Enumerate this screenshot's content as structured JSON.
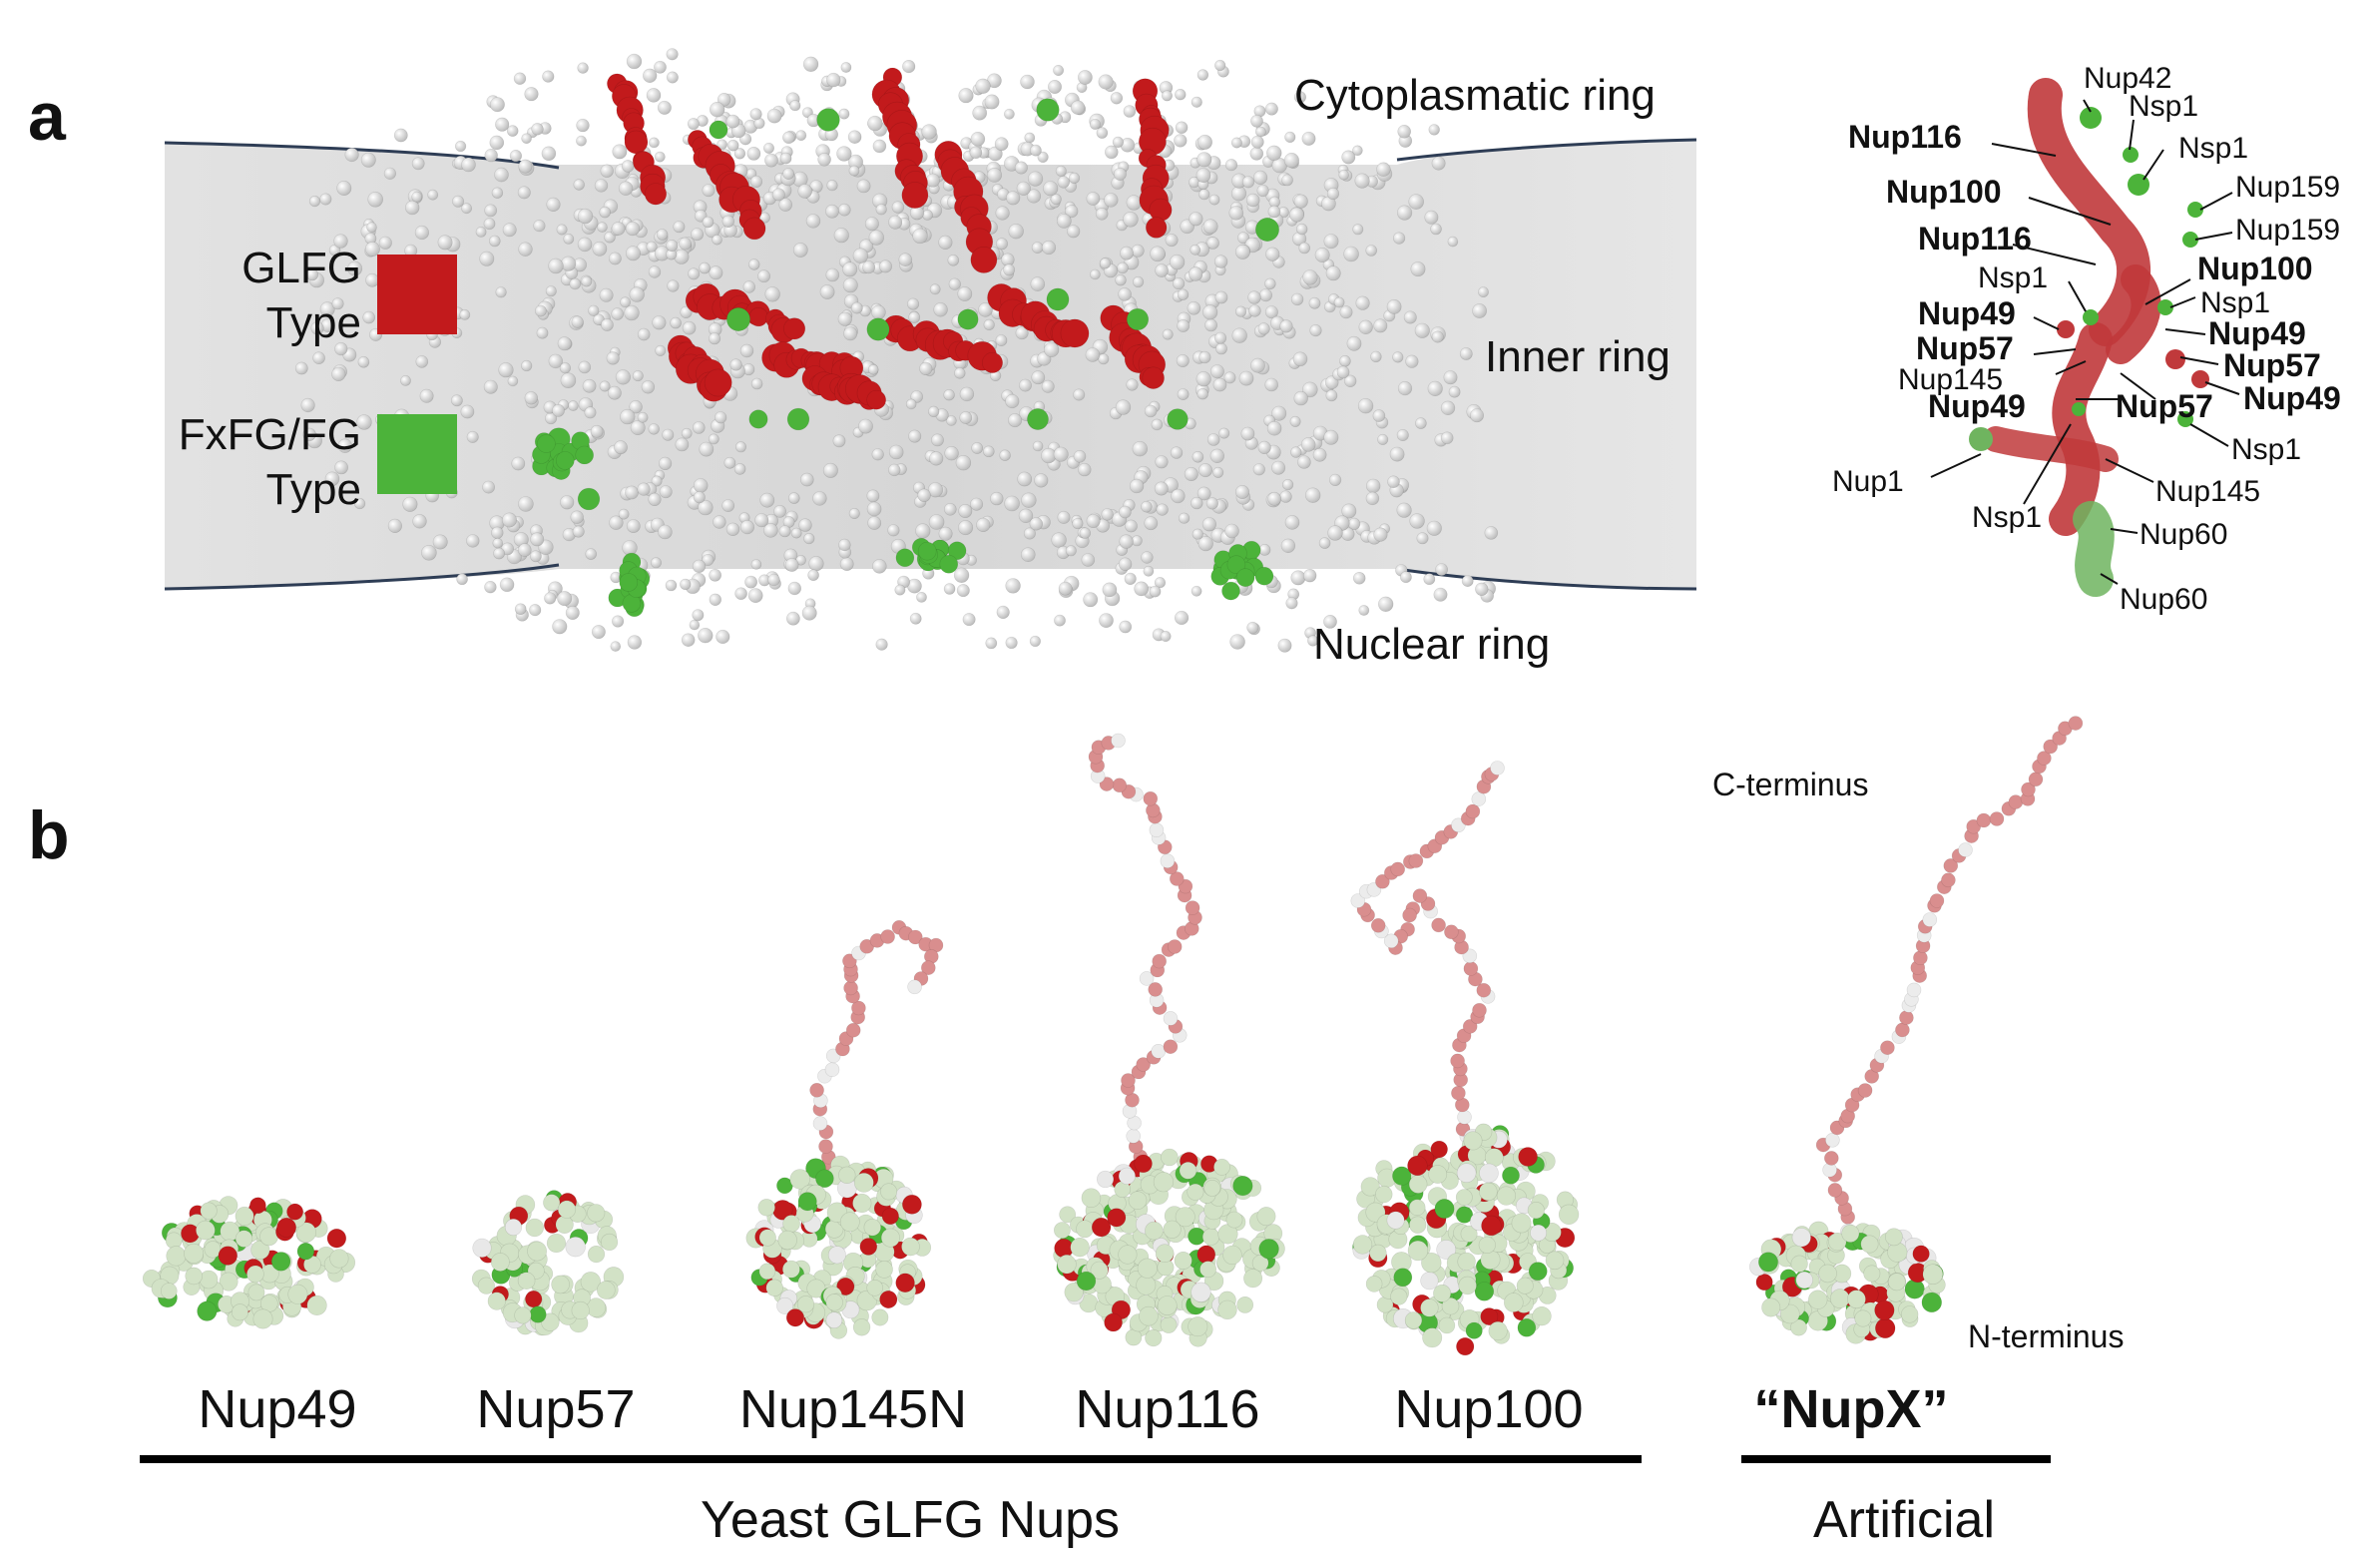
{
  "panel_a": {
    "letter": "a",
    "ring_labels": {
      "cytoplasmic": "Cytoplasmatic ring",
      "inner": "Inner ring",
      "nuclear": "Nuclear ring"
    },
    "legend": {
      "glfg_line1": "GLFG",
      "glfg_line2": "Type",
      "glfg_color": "#c21a1c",
      "fxfg_line1": "FxFG/FG",
      "fxfg_line2": "Type",
      "fxfg_color": "#4cb33a"
    },
    "spoke_labels": [
      {
        "text": "Nup42",
        "bold": false
      },
      {
        "text": "Nup116",
        "bold": true
      },
      {
        "text": "Nsp1",
        "bold": false
      },
      {
        "text": "Nsp1",
        "bold": false
      },
      {
        "text": "Nup100",
        "bold": true
      },
      {
        "text": "Nup159",
        "bold": false
      },
      {
        "text": "Nup116",
        "bold": true
      },
      {
        "text": "Nup159",
        "bold": false
      },
      {
        "text": "Nsp1",
        "bold": false
      },
      {
        "text": "Nup100",
        "bold": true
      },
      {
        "text": "Nup49",
        "bold": true
      },
      {
        "text": "Nsp1",
        "bold": false
      },
      {
        "text": "Nup57",
        "bold": true
      },
      {
        "text": "Nup49",
        "bold": true
      },
      {
        "text": "Nup145",
        "bold": false
      },
      {
        "text": "Nup57",
        "bold": true
      },
      {
        "text": "Nup49",
        "bold": true
      },
      {
        "text": "Nup57",
        "bold": true
      },
      {
        "text": "Nup49",
        "bold": true
      },
      {
        "text": "Nsp1",
        "bold": false
      },
      {
        "text": "Nup1",
        "bold": false
      },
      {
        "text": "Nup145",
        "bold": false
      },
      {
        "text": "Nsp1",
        "bold": false
      },
      {
        "text": "Nup60",
        "bold": false
      },
      {
        "text": "Nup60",
        "bold": false
      }
    ]
  },
  "panel_b": {
    "letter": "b",
    "proteins": [
      "Nup49",
      "Nup57",
      "Nup145N",
      "Nup116",
      "Nup100",
      "“NupX”"
    ],
    "groups": {
      "yeast": "Yeast GLFG Nups",
      "artificial": "Artificial"
    },
    "terminus": {
      "c": "C-terminus",
      "n": "N-terminus"
    }
  },
  "colors": {
    "membrane_fill": "#e4e4e4",
    "membrane_line": "#2e3d55",
    "bead_grey": "#d4d4d4",
    "bead_light_green": "#d2e2c6",
    "bead_pink": "#d98e8e",
    "glfg_red": "#c21a1c",
    "fxfg_green": "#4cb33a"
  }
}
